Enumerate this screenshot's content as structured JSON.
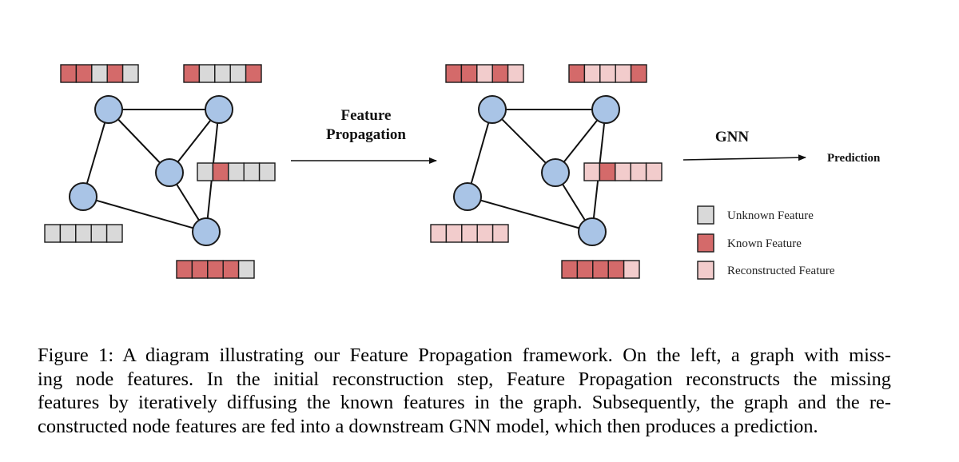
{
  "labels": {
    "feature_propagation_line1": "Feature",
    "feature_propagation_line2": "Propagation",
    "gnn": "GNN",
    "prediction": "Prediction"
  },
  "legend": [
    {
      "label": "Unknown Feature",
      "state": "unknown"
    },
    {
      "label": "Known Feature",
      "state": "known"
    },
    {
      "label": "Reconstructed Feature",
      "state": "reconstructed"
    }
  ],
  "colors": {
    "unknown": "#d9d9d9",
    "known": "#d46a6a",
    "reconstructed": "#f2cccc",
    "node_fill": "#a9c4e6",
    "node_stroke": "#1a1a1a",
    "edge": "#111111"
  },
  "graphs": [
    {
      "name": "input-graph",
      "feature_vectors": [
        [
          "known",
          "known",
          "unknown",
          "known",
          "unknown"
        ],
        [
          "known",
          "unknown",
          "unknown",
          "unknown",
          "known"
        ],
        [
          "unknown",
          "known",
          "unknown",
          "unknown",
          "unknown"
        ],
        [
          "unknown",
          "unknown",
          "unknown",
          "unknown",
          "unknown"
        ],
        [
          "known",
          "known",
          "known",
          "known",
          "unknown"
        ]
      ]
    },
    {
      "name": "reconstructed-graph",
      "feature_vectors": [
        [
          "known",
          "known",
          "reconstructed",
          "known",
          "reconstructed"
        ],
        [
          "known",
          "reconstructed",
          "reconstructed",
          "reconstructed",
          "known"
        ],
        [
          "reconstructed",
          "known",
          "reconstructed",
          "reconstructed",
          "reconstructed"
        ],
        [
          "reconstructed",
          "reconstructed",
          "reconstructed",
          "reconstructed",
          "reconstructed"
        ],
        [
          "known",
          "known",
          "known",
          "known",
          "reconstructed"
        ]
      ]
    }
  ],
  "caption": {
    "line1": "Figure 1: A diagram illustrating our Feature Propagation framework. On the left, a graph with miss-",
    "line2": "ing node features.  In the initial reconstruction step, Feature Propagation reconstructs the missing",
    "line3": "features by iteratively diffusing the known features in the graph. Subsequently, the graph and the re-",
    "line4": "constructed node features are fed into a downstream GNN model, which then produces a prediction."
  }
}
